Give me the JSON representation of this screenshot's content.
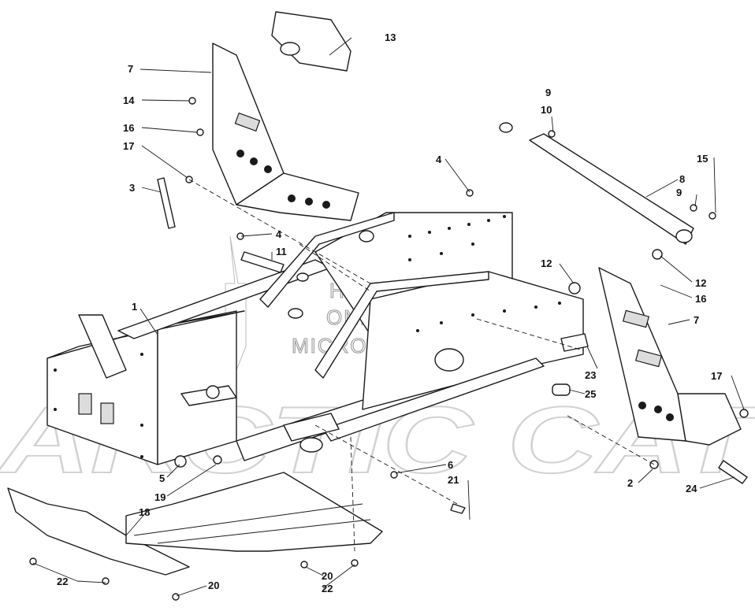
{
  "callouts": [
    {
      "label": "1"
    },
    {
      "label": "2"
    },
    {
      "label": "3"
    },
    {
      "label": "4"
    },
    {
      "label": "4"
    },
    {
      "label": "5"
    },
    {
      "label": "6"
    },
    {
      "label": "7"
    },
    {
      "label": "7"
    },
    {
      "label": "8"
    },
    {
      "label": "9"
    },
    {
      "label": "9"
    },
    {
      "label": "10"
    },
    {
      "label": "11"
    },
    {
      "label": "12"
    },
    {
      "label": "12"
    },
    {
      "label": "13"
    },
    {
      "label": "14"
    },
    {
      "label": "15"
    },
    {
      "label": "16"
    },
    {
      "label": "16"
    },
    {
      "label": "17"
    },
    {
      "label": "17"
    },
    {
      "label": "18"
    },
    {
      "label": "19"
    },
    {
      "label": "20"
    },
    {
      "label": "20"
    },
    {
      "label": "21"
    },
    {
      "label": "22"
    },
    {
      "label": "22"
    },
    {
      "label": "23"
    },
    {
      "label": "24"
    },
    {
      "label": "25"
    }
  ],
  "watermark": {
    "line1": "HILSM'S",
    "line2": "ONLINE",
    "line3": "MICROFICHE",
    "brand": "ARCTIC CAT"
  }
}
